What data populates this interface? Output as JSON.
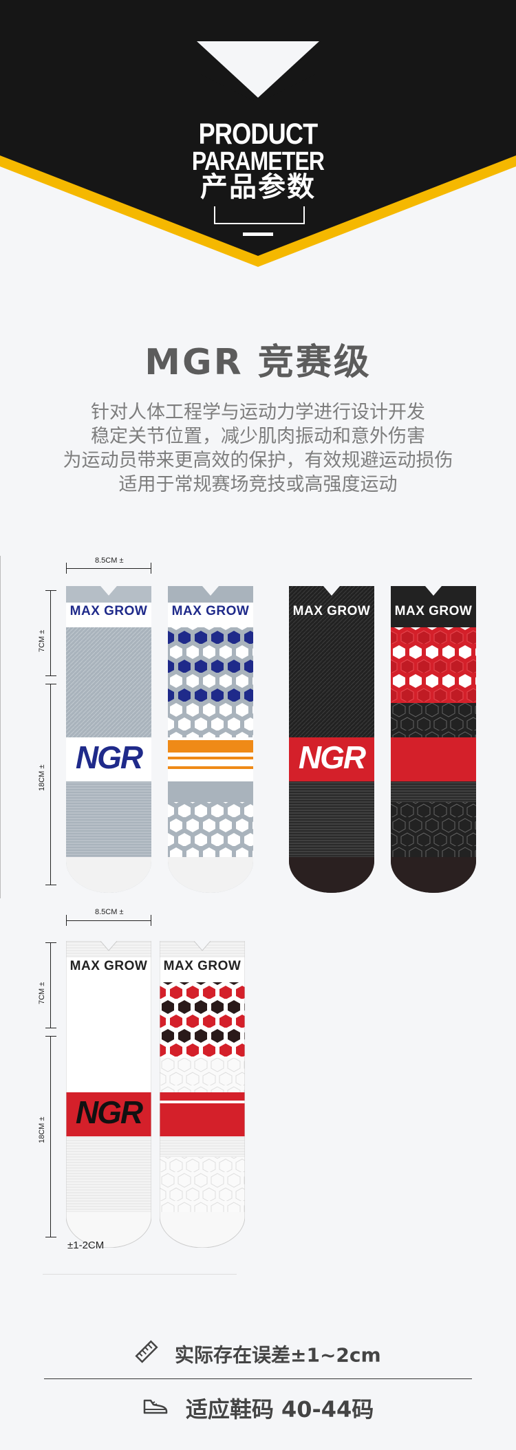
{
  "header": {
    "line1": "PRODUCT",
    "line2": "PARAMETER",
    "line3": "产品参数"
  },
  "product": {
    "title": "MGR  竞赛级",
    "description": [
      "针对人体工程学与运动力学进行设计开发",
      "稳定关节位置，减少肌肉振动和意外伤害",
      "为运动员带来更高效的保护，有效规避运动损伤",
      "适用于常规赛场竞技或高强度运动"
    ]
  },
  "dimensions": {
    "width": "8.5CM ±",
    "width2": "8.5CM ±",
    "cuff": "7CM   ±",
    "cuff2": "7CM   ±",
    "leg": "18CM ±",
    "leg2": "18CM ±",
    "tolerance": "±1-2CM"
  },
  "socks": {
    "brand_label": "MAX GROW",
    "logo_text": "NGR"
  },
  "footer": {
    "error_note": "实际存在误差±1~2cm",
    "size_note": "适应鞋码 40-44码"
  },
  "colors": {
    "dark": "#1c1c1c",
    "accent": "#f5b800",
    "navy": "#1f2a8a",
    "orange": "#ef8a17",
    "red": "#d4202a",
    "grey": "#a8b2bb"
  }
}
